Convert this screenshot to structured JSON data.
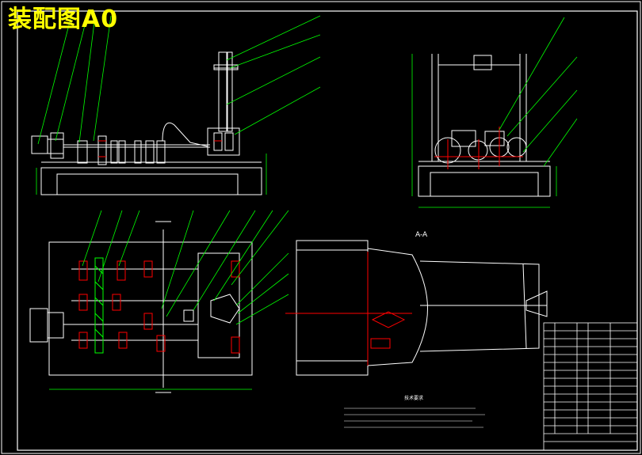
{
  "drawing": {
    "title": "装配图A0",
    "section_label": "A-A",
    "notes_heading": "技术要求",
    "colors": {
      "background": "#000000",
      "outline": "#ffffff",
      "leader": "#00ff00",
      "hatch": "#ff0000",
      "title": "#ffff00",
      "dim": "#00ff00"
    }
  }
}
